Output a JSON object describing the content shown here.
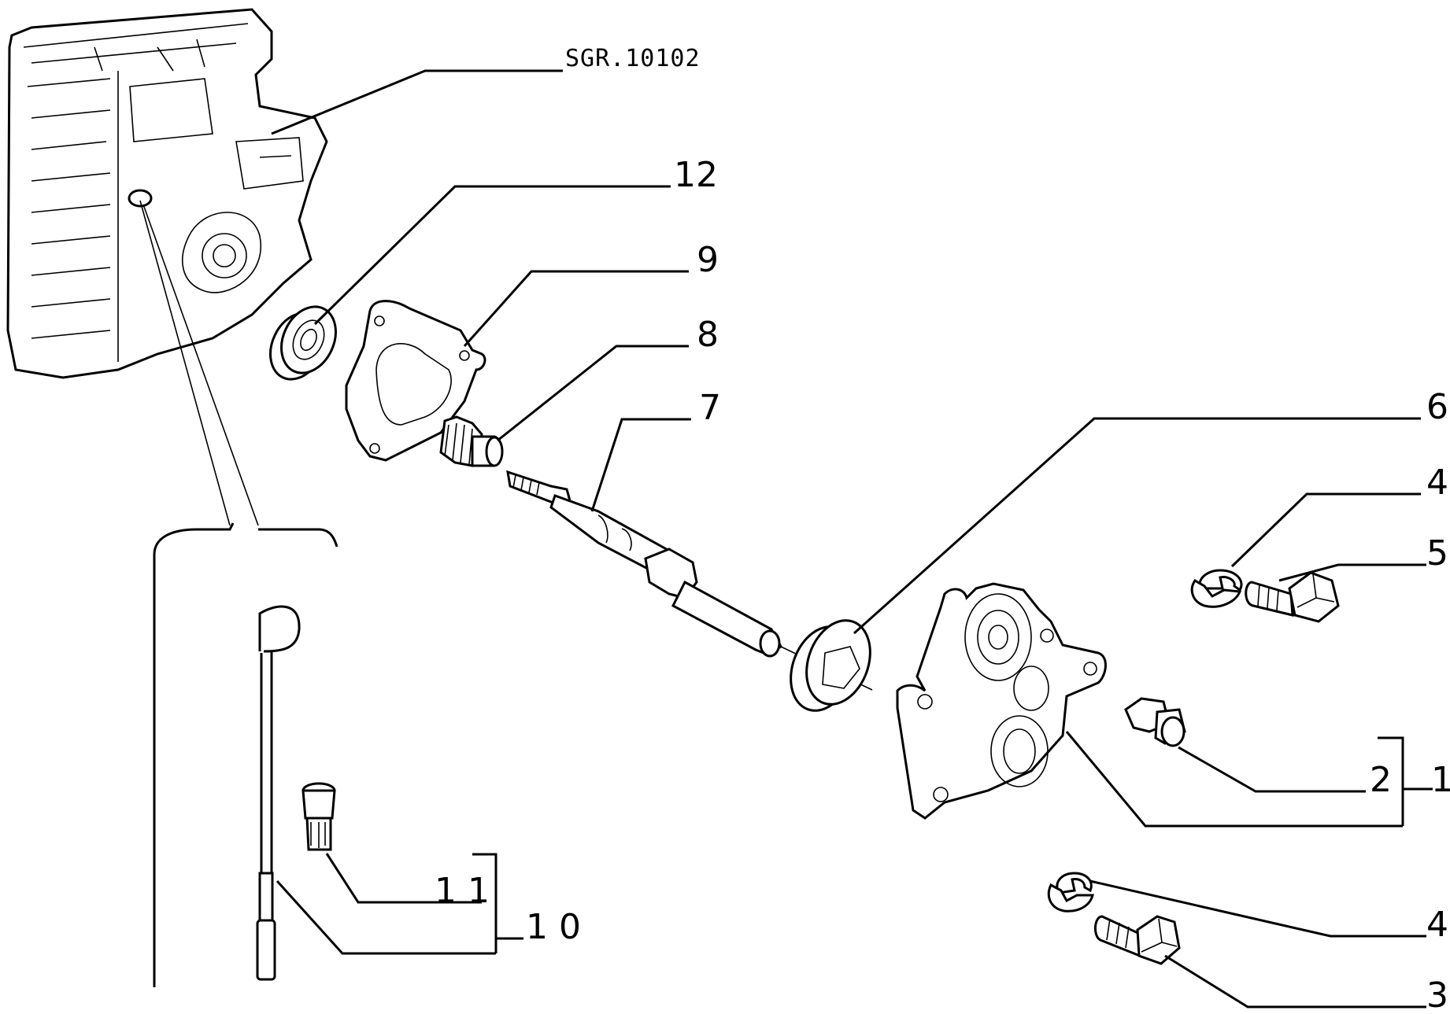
{
  "diagram": {
    "reference": "SGR.10102",
    "callouts": {
      "c1": "1",
      "c2": "2",
      "c3": "3",
      "c4a": "4",
      "c4b": "4",
      "c5": "5",
      "c6": "6",
      "c7": "7",
      "c8": "8",
      "c9": "9",
      "c10": "1 0",
      "c11": "1 1",
      "c12": "12"
    }
  }
}
